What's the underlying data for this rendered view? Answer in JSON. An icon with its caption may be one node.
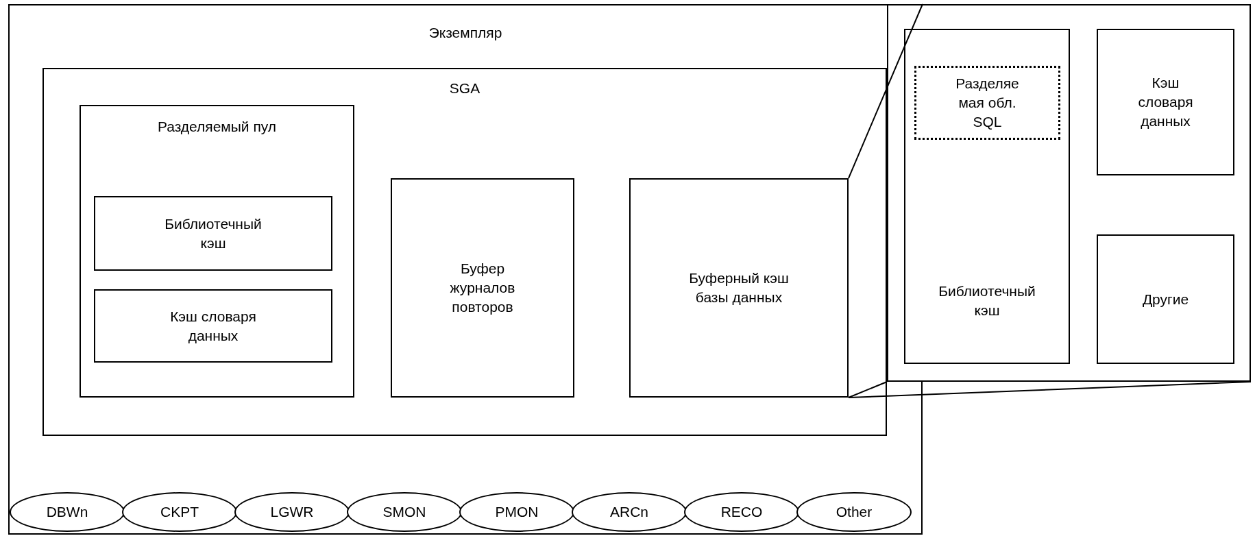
{
  "diagram": {
    "nodes": [
      {
        "text": [
          "Экземпляр"
        ]
      },
      {
        "text": [
          "SGA"
        ],
        "in": 0
      },
      {
        "text": [
          "Разделяемый пул"
        ],
        "in": 1
      },
      {
        "text": [
          "Библиотечный кэш"
        ],
        "in": 2
      },
      {
        "text": [
          "Кэш словаря данных"
        ],
        "in": 2
      },
      {
        "text": [
          "Буфер журналов повторов"
        ],
        "in": 1
      },
      {
        "text": [
          "Буферный кэш базы данных"
        ],
        "in": 1
      },
      {
        "text": [],
        "shape": "box"
      },
      {
        "text": [
          "Библиотечный кэш"
        ],
        "in": 7
      },
      {
        "text": [
          "Разделяе мая обл. SQL"
        ],
        "in": 8
      },
      {
        "text": [
          "Кэш словаря данных"
        ],
        "in": 7
      },
      {
        "text": [
          "Другие"
        ],
        "in": 7
      },
      {
        "text": [
          "DBWn"
        ],
        "in": 0
      },
      {
        "text": [
          "CKPT"
        ],
        "in": 0
      },
      {
        "text": [
          "LGWR"
        ],
        "in": 0
      },
      {
        "text": [
          "SMON"
        ],
        "in": 0
      },
      {
        "text": [
          "PMON"
        ],
        "in": 0
      },
      {
        "text": [
          "ARCn"
        ],
        "in": 0
      },
      {
        "text": [
          "RECO"
        ],
        "in": 0
      },
      {
        "text": [
          "Other"
        ],
        "in": 0
      }
    ],
    "edges": [
      {
        "from": 6,
        "to": 7,
        "arrow": "none"
      },
      {
        "from": 6,
        "to": 7,
        "arrow": "none"
      },
      {
        "from": 6,
        "to": 7,
        "arrow": "none"
      }
    ]
  }
}
